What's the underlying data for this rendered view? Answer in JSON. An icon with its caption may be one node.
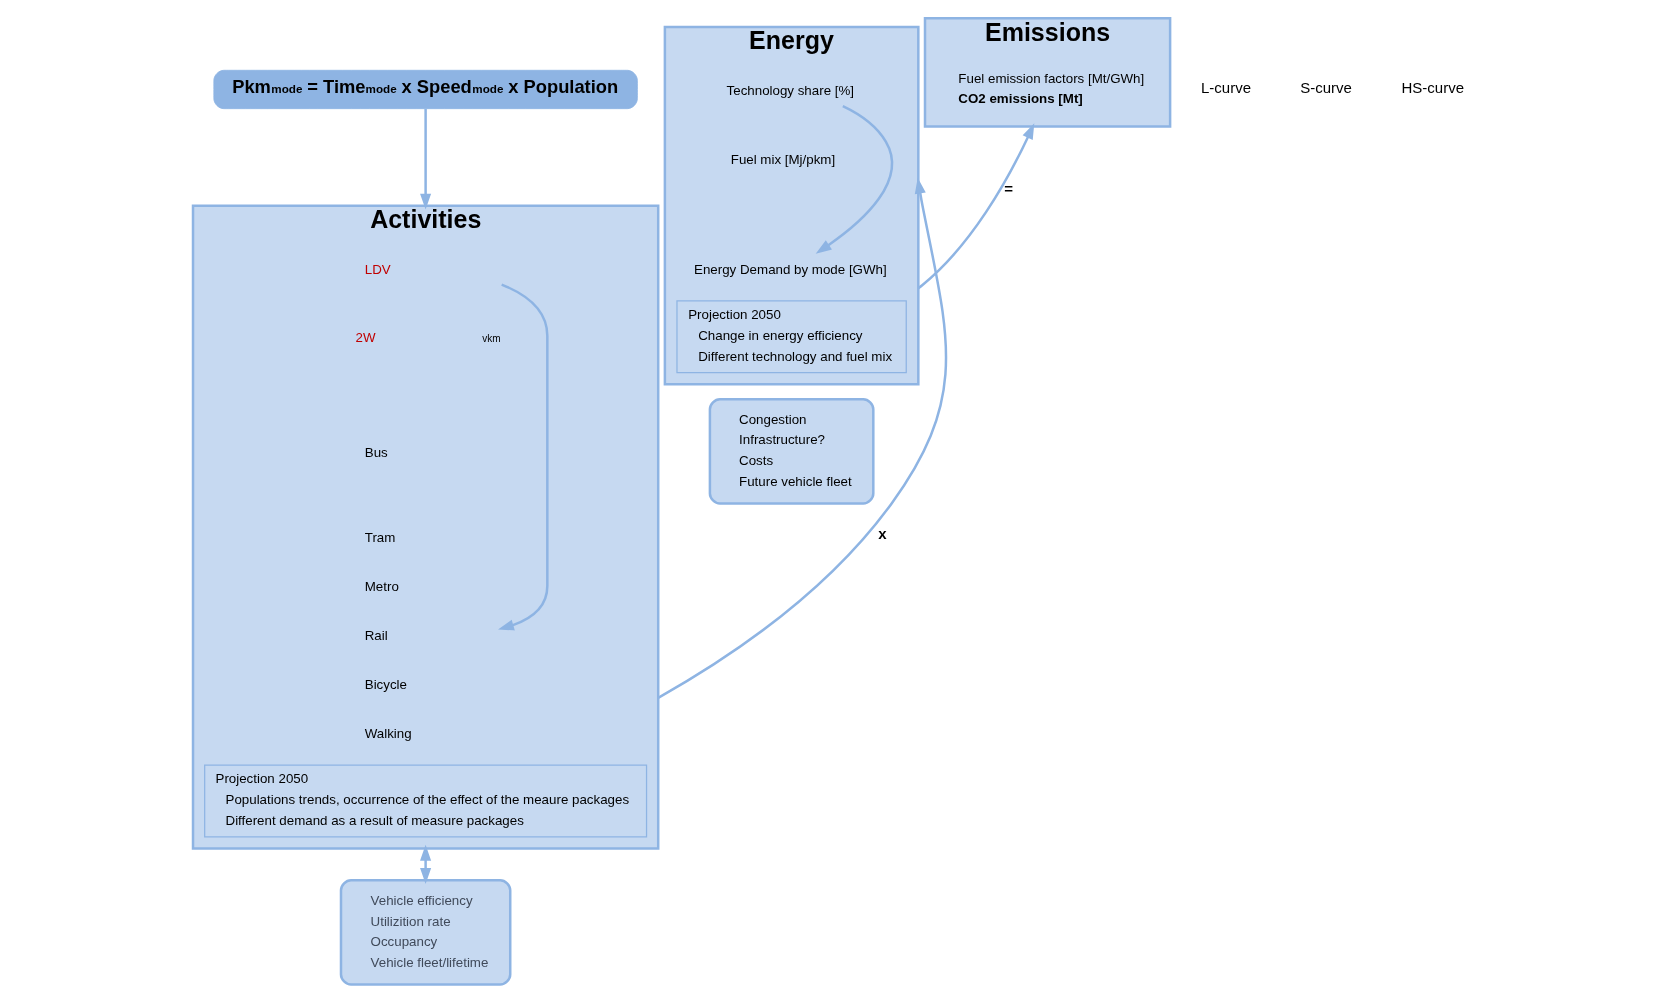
{
  "diagram": {
    "nodes": [
      {
        "text": [
          "Pkm$_{mode}$ = Time$_{mode}$ x Speed$_{mode}$ x Population"
        ]
      },
      {
        "text": [
          "Activities"
        ]
      },
      {
        "text": [
          "LDV"
        ],
        "in": 1
      },
      {
        "text": [
          "2W"
        ],
        "in": 1,
        "beside": [
          "vkm"
        ]
      },
      {
        "text": [
          "Bus"
        ],
        "in": 1
      },
      {
        "text": [
          "Tram"
        ],
        "in": 1
      },
      {
        "text": [
          "Metro"
        ],
        "in": 1
      },
      {
        "text": [
          "Rail"
        ],
        "in": 1
      },
      {
        "text": [
          "Bicycle"
        ],
        "in": 1
      },
      {
        "text": [
          "Walking"
        ],
        "in": 1
      },
      {
        "text": [
          "Projection 2050",
          "Populations trends, occurrence of the effect of the meaure packages",
          "Different demand as a result of measure packages"
        ],
        "in": 1
      },
      {
        "text": [
          "Energy"
        ]
      },
      {
        "text": [
          "Technology share [%]"
        ],
        "in": 11
      },
      {
        "text": [
          "Fuel mix [Mj/pkm]"
        ],
        "in": 11
      },
      {
        "text": [
          "Energy Demand by mode [GWh]"
        ],
        "in": 11
      },
      {
        "text": [
          "Projection 2050",
          "Change in energy efficiency",
          "Different technology and fuel mix"
        ],
        "in": 11
      },
      {
        "text": [
          "Emissions"
        ]
      },
      {
        "text": [
          "Fuel emission factors [Mt/GWh]",
          "CO2 emissions [Mt]"
        ],
        "in": 16
      },
      {
        "text": [
          "Vehicle efficiency",
          "Utilizition rate",
          "Occupancy",
          "Vehicle fleet/lifetime"
        ]
      },
      {
        "text": [
          "Congestion",
          "Infrastructure?",
          "Costs",
          "Future vehicle fleet"
        ]
      }
    ],
    "edges": [
      {
        "from": 0,
        "to": 1,
        "arrow": "to"
      },
      {
        "from": 1,
        "to": 11,
        "arrow": "to",
        "label": "x"
      },
      {
        "from": 11,
        "to": 16,
        "arrow": "to",
        "label": "="
      },
      {
        "from": 1,
        "to": 18,
        "arrow": "both"
      },
      {
        "from": 2,
        "to": 7,
        "arrow": "to"
      },
      {
        "from": 12,
        "to": 14,
        "arrow": "to"
      }
    ],
    "labels": [
      "L-curve",
      "S-curve",
      "HS-curve"
    ]
  }
}
